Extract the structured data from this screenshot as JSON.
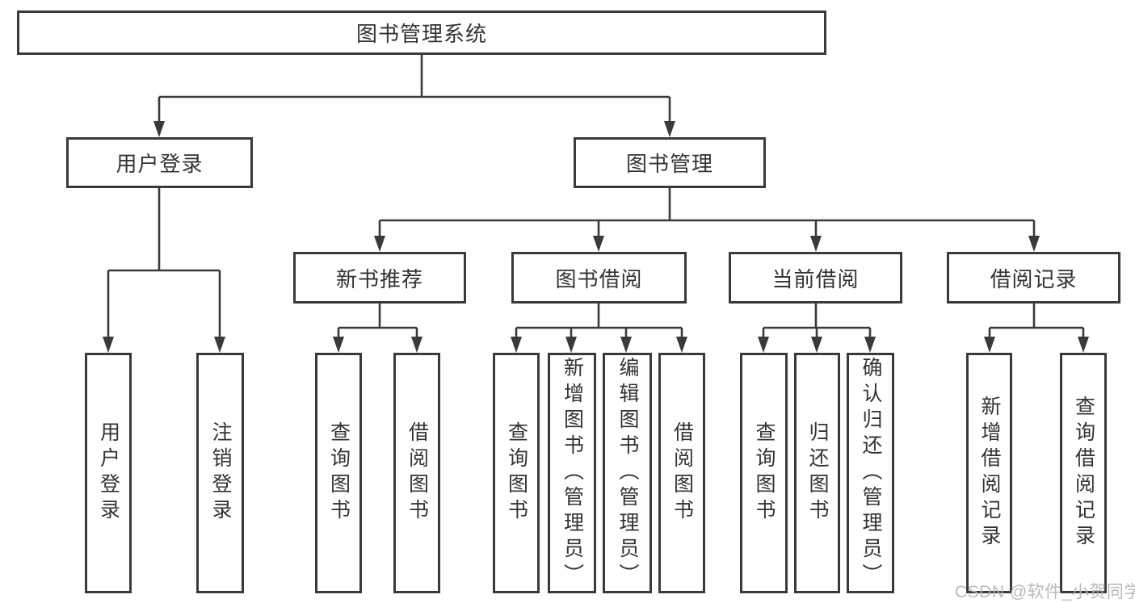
{
  "diagram": {
    "title": "图书管理系统",
    "level2": [
      {
        "label": "用户登录"
      },
      {
        "label": "图书管理"
      }
    ],
    "level3": [
      {
        "label": "新书推荐"
      },
      {
        "label": "图书借阅"
      },
      {
        "label": "当前借阅"
      },
      {
        "label": "借阅记录"
      }
    ],
    "leaves": [
      {
        "label": "用户登录"
      },
      {
        "label": "注销登录"
      },
      {
        "label": "查询图书"
      },
      {
        "label": "借阅图书"
      },
      {
        "label": "查询图书"
      },
      {
        "label": "新增图书（管理员）"
      },
      {
        "label": "编辑图书（管理员）"
      },
      {
        "label": "借阅图书"
      },
      {
        "label": "查询图书"
      },
      {
        "label": "归还图书"
      },
      {
        "label": "确认归还（管理员）"
      },
      {
        "label": "新增借阅记录"
      },
      {
        "label": "查询借阅记录"
      }
    ],
    "watermark": "CSDN @软件_小贺同学",
    "colors": {
      "line": "#3a3a3a",
      "text": "#333333",
      "background": "#ffffff",
      "watermark": "#b5b5b5"
    }
  }
}
